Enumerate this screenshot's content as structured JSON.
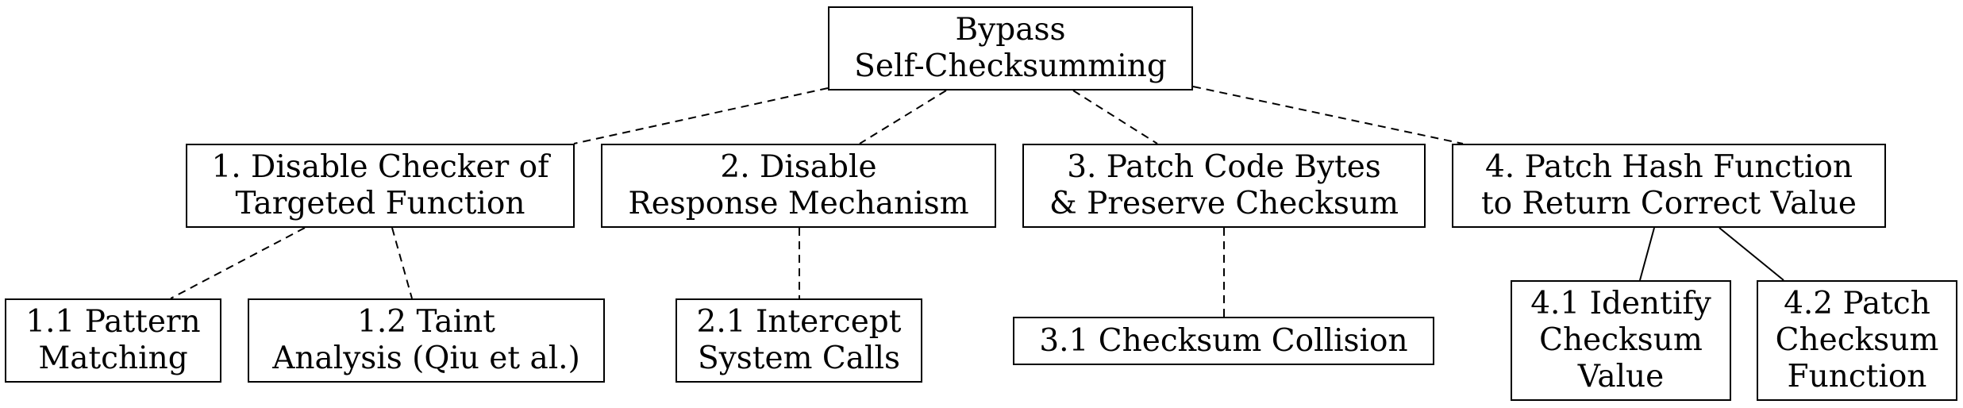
{
  "nodes": {
    "root": {
      "lines": [
        "Bypass",
        "Self-Checksumming"
      ]
    },
    "n1": {
      "lines": [
        "1. Disable Checker of",
        "Targeted Function"
      ]
    },
    "n2": {
      "lines": [
        "2. Disable",
        "Response Mechanism"
      ]
    },
    "n3": {
      "lines": [
        "3. Patch Code Bytes",
        "& Preserve Checksum"
      ]
    },
    "n4": {
      "lines": [
        "4. Patch Hash Function",
        "to Return Correct Value"
      ]
    },
    "n11": {
      "lines": [
        "1.1 Pattern",
        "Matching"
      ]
    },
    "n12": {
      "lines": [
        "1.2 Taint",
        "Analysis (Qiu et al.)"
      ]
    },
    "n21": {
      "lines": [
        "2.1 Intercept",
        "System Calls"
      ]
    },
    "n31": {
      "lines": [
        "3.1 Checksum Collision"
      ]
    },
    "n41": {
      "lines": [
        "4.1 Identify",
        "Checksum",
        "Value"
      ]
    },
    "n42": {
      "lines": [
        "4.2 Patch",
        "Checksum",
        "Function"
      ]
    }
  },
  "edges": [
    {
      "from": "root",
      "to": "n1",
      "style": "dashed"
    },
    {
      "from": "root",
      "to": "n2",
      "style": "dashed"
    },
    {
      "from": "root",
      "to": "n3",
      "style": "dashed"
    },
    {
      "from": "root",
      "to": "n4",
      "style": "dashed"
    },
    {
      "from": "n1",
      "to": "n11",
      "style": "dashed"
    },
    {
      "from": "n1",
      "to": "n12",
      "style": "dashed"
    },
    {
      "from": "n2",
      "to": "n21",
      "style": "dashed"
    },
    {
      "from": "n3",
      "to": "n31",
      "style": "dashed"
    },
    {
      "from": "n4",
      "to": "n41",
      "style": "solid"
    },
    {
      "from": "n4",
      "to": "n42",
      "style": "solid"
    }
  ]
}
